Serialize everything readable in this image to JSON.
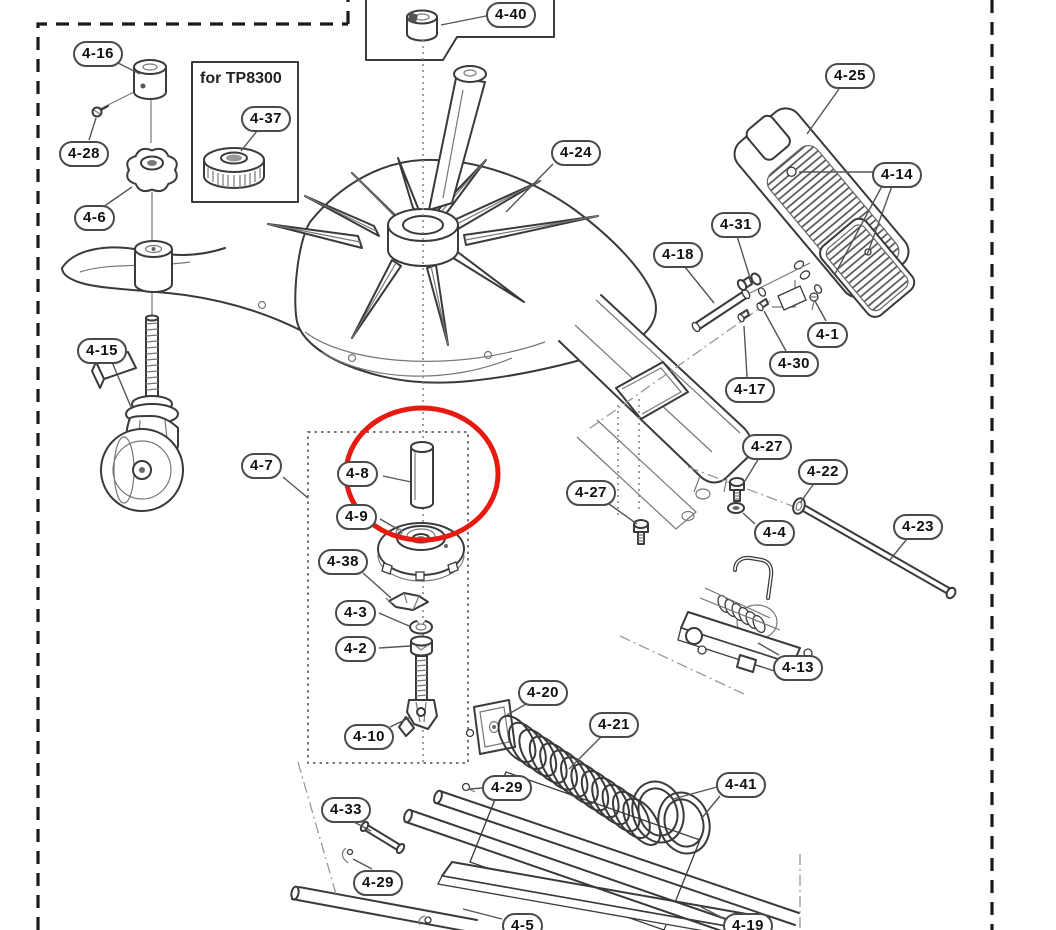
{
  "note_tp8300": "for TP8300",
  "highlight_color": "#e8190e",
  "line_color": "#3a3a3a",
  "labels": [
    {
      "text": "4-16"
    },
    {
      "text": "4-28"
    },
    {
      "text": "4-6"
    },
    {
      "text": "4-37"
    },
    {
      "text": "4-40"
    },
    {
      "text": "4-24"
    },
    {
      "text": "4-25"
    },
    {
      "text": "4-14"
    },
    {
      "text": "4-31"
    },
    {
      "text": "4-18"
    },
    {
      "text": "4-30"
    },
    {
      "text": "4-17"
    },
    {
      "text": "4-1"
    },
    {
      "text": "4-15"
    },
    {
      "text": "4-7"
    },
    {
      "text": "4-8"
    },
    {
      "text": "4-9"
    },
    {
      "text": "4-38"
    },
    {
      "text": "4-3"
    },
    {
      "text": "4-2"
    },
    {
      "text": "4-10"
    },
    {
      "text": "4-27"
    },
    {
      "text": "4-27"
    },
    {
      "text": "4-22"
    },
    {
      "text": "4-4"
    },
    {
      "text": "4-23"
    },
    {
      "text": "4-13"
    },
    {
      "text": "4-20"
    },
    {
      "text": "4-21"
    },
    {
      "text": "4-41"
    },
    {
      "text": "4-29"
    },
    {
      "text": "4-33"
    },
    {
      "text": "4-29"
    },
    {
      "text": "4-5"
    },
    {
      "text": "4-19"
    }
  ]
}
